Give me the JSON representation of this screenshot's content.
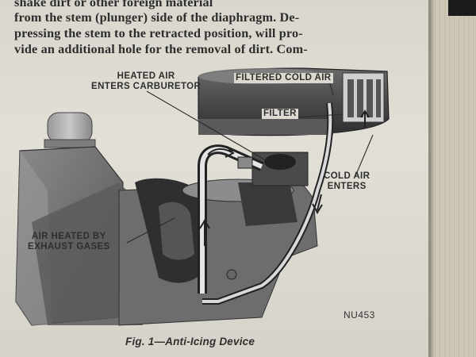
{
  "text": {
    "line1": "shake dirt or other foreign material",
    "line2": "from the stem (plunger) side of the diaphragm. De-",
    "line3": "pressing the stem to the retracted position, will pro-",
    "line4": "vide an additional hole for the removal of dirt. Com-"
  },
  "figure": {
    "callouts": {
      "heated_air_1": "HEATED AIR",
      "heated_air_2": "ENTERS CARBURETOR",
      "filtered_cold_air": "FILTERED COLD AIR",
      "filter": "FILTER",
      "cold_air_1": "COLD AIR",
      "cold_air_2": "ENTERS",
      "exhaust_1": "AIR HEATED BY",
      "exhaust_2": "EXHAUST GASES"
    },
    "code": "NU453",
    "caption": "Fig. 1—Anti-Icing Device"
  },
  "colors": {
    "paper": "#dcd9d0",
    "ink": "#2d2d2d",
    "dark_metal": "#3a3a3a",
    "mid_metal": "#7a7a7a",
    "light_metal": "#b5b5b5"
  }
}
